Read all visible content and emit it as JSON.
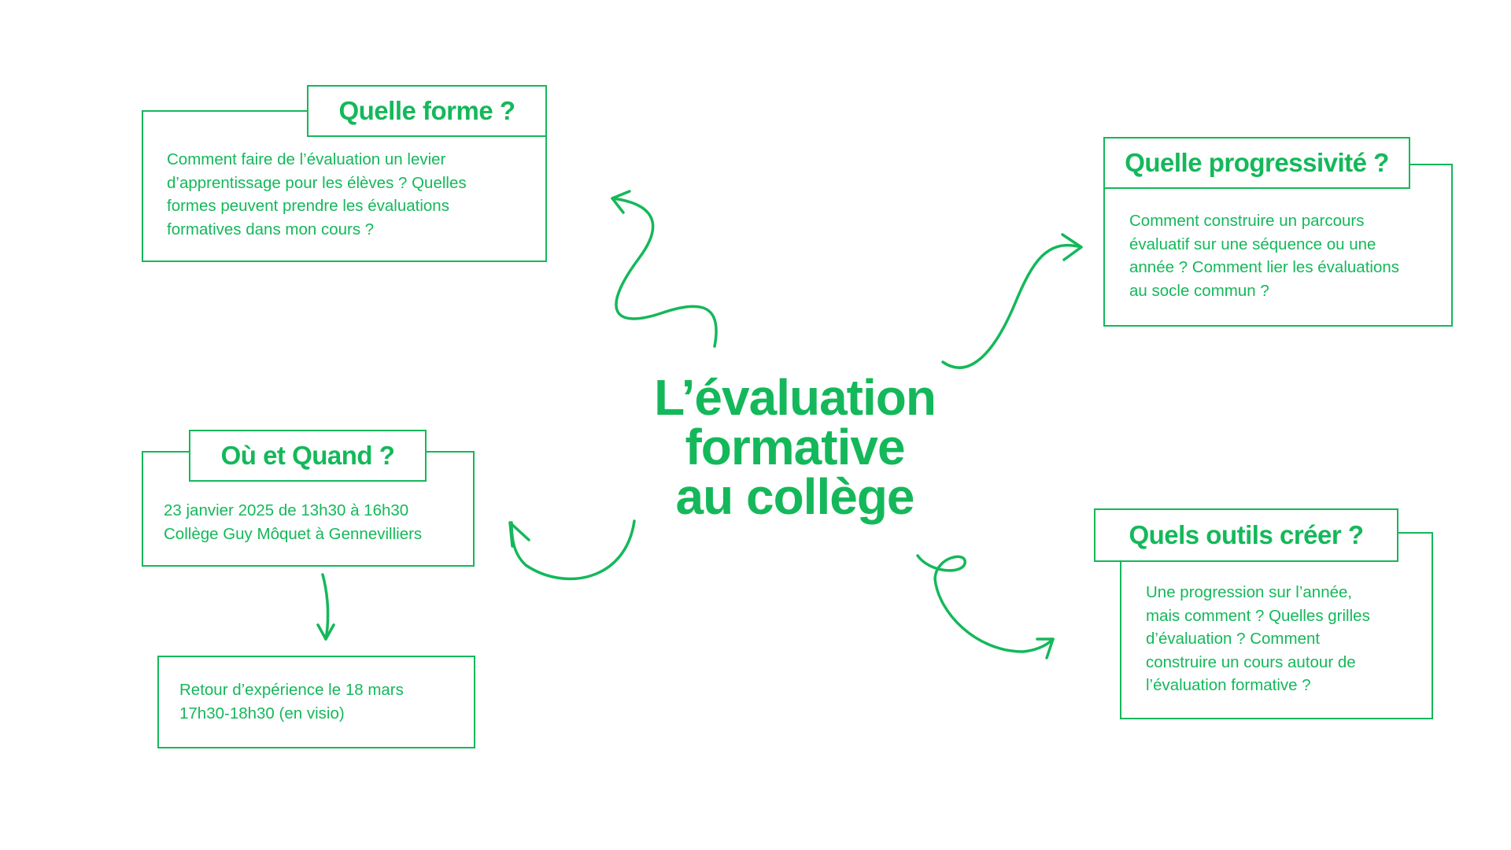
{
  "title": {
    "lines": [
      "L’évaluation",
      "formative",
      "au collège"
    ]
  },
  "forme": {
    "heading": "Quelle forme ?",
    "lines": [
      "Comment faire de l’évaluation un levier",
      "d’apprentissage pour les élèves ? Quelles",
      "formes peuvent prendre les évaluations",
      "formatives dans mon cours ?"
    ]
  },
  "progressivite": {
    "heading": "Quelle progressivité ?",
    "lines": [
      "Comment construire un parcours",
      "évaluatif sur une séquence ou une",
      "année ? Comment lier les évaluations",
      "au socle commun ?"
    ]
  },
  "ou_quand": {
    "heading": "Où et Quand ?",
    "lines": [
      "23 janvier 2025 de 13h30 à 16h30",
      "Collège Guy Môquet à Gennevilliers"
    ]
  },
  "retour": {
    "lines": [
      "Retour d’expérience le 18 mars",
      "17h30-18h30 (en visio)"
    ]
  },
  "outils": {
    "heading": "Quels outils créer ?",
    "lines": [
      "Une progression sur l’année,",
      "mais comment ? Quelles grilles",
      "d’évaluation ? Comment",
      "construire un cours autour de",
      "l’évaluation formative ?"
    ]
  },
  "colors": {
    "accent": "#14b85a",
    "background": "#ffffff"
  }
}
